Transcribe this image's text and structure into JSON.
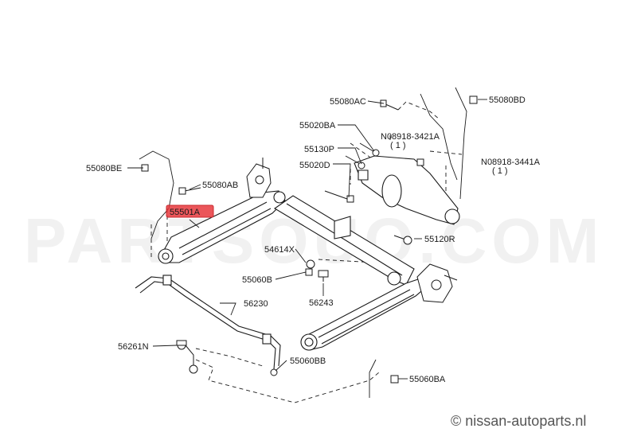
{
  "diagram": {
    "watermark": "PARTSOUQ.COM",
    "copyright": "© nissan-autoparts.nl",
    "highlight_color": "#e8383d",
    "line_color": "#1a1a1a",
    "labels": {
      "p55080AC": "55080AC",
      "p55080BD": "55080BD",
      "p55020BA": "55020BA",
      "n08918_3421A": "N08918-3421A",
      "qty1a": "( 1 )",
      "p55130P": "55130P",
      "p55020D": "55020D",
      "n08918_3441A": "N08918-3441A",
      "qty1b": "( 1 )",
      "p55080BE": "55080BE",
      "p55080AB": "55080AB",
      "p55501A": "55501A",
      "p55120R": "55120R",
      "p54614X": "54614X",
      "p55060B": "55060B",
      "p56243": "56243",
      "p56230": "56230",
      "p56261N": "56261N",
      "p55060BB": "55060BB",
      "p55060BA": "55060BA"
    }
  }
}
